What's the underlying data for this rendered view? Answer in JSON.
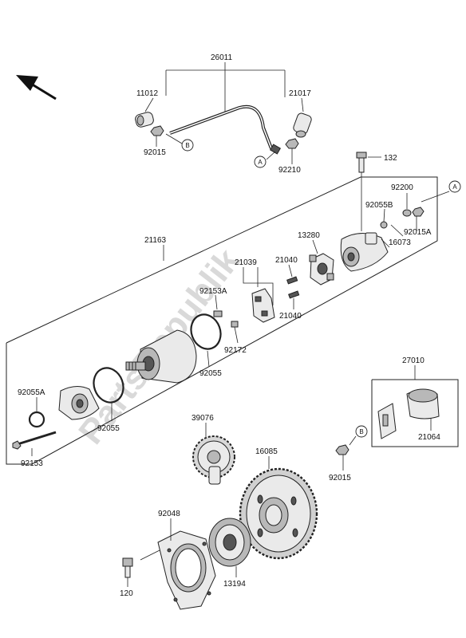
{
  "watermark": "PartsRepublik",
  "callout_letters": {
    "a": "A",
    "b": "B"
  },
  "labels": {
    "p26011": "26011",
    "p11012": "11012",
    "p21017": "21017",
    "p92015_top": "92015",
    "p92210": "92210",
    "p132": "132",
    "p92200": "92200",
    "p92055B": "92055B",
    "p92015A": "92015A",
    "p16073": "16073",
    "p21163": "21163",
    "p13280": "13280",
    "p21039": "21039",
    "p21040_top": "21040",
    "p21040_bottom": "21040",
    "p92153A": "92153A",
    "p92172": "92172",
    "p92055": "92055",
    "p92055A": "92055A",
    "p92055_left": "92055",
    "p92153": "92153",
    "p27010": "27010",
    "p21064": "21064",
    "p92015_bottom": "92015",
    "p39076": "39076",
    "p16085": "16085",
    "p92048": "92048",
    "p13194": "13194",
    "p120": "120"
  }
}
